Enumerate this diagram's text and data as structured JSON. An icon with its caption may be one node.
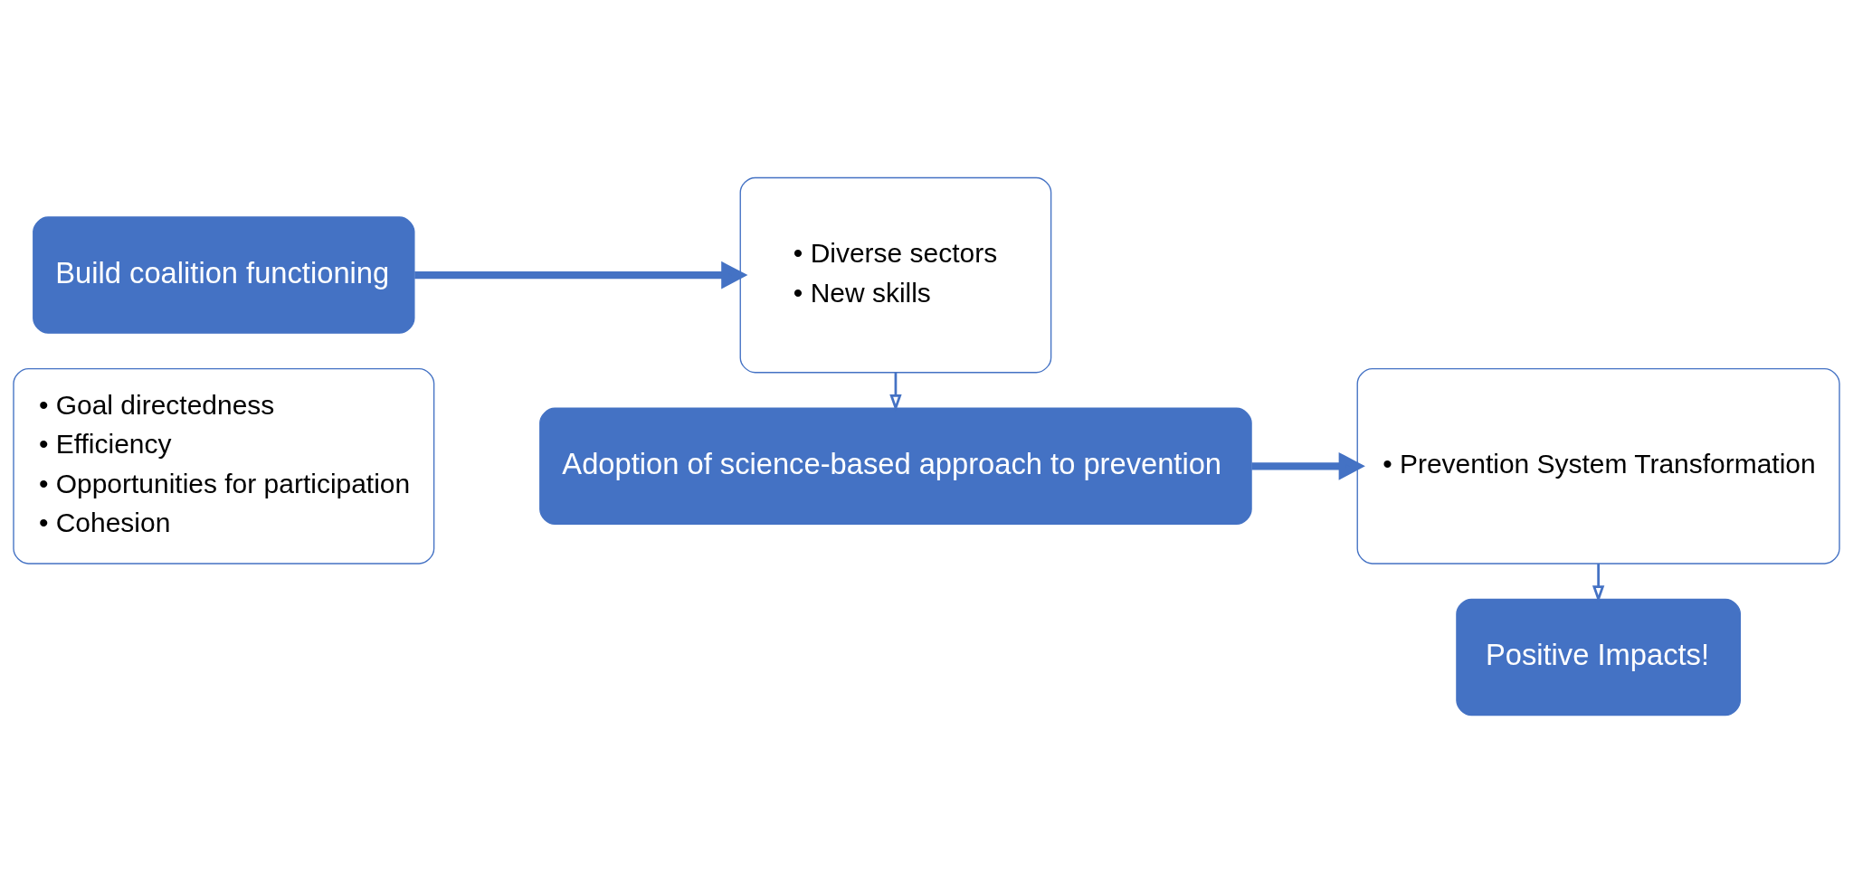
{
  "diagram": {
    "nodes": [
      {
        "text": [
          "• Goal directedness",
          "• Efficiency",
          "• Opportunities for participation",
          "• Cohesion"
        ]
      },
      {
        "text": [
          "Build coalition functioning"
        ]
      },
      {
        "text": [
          "• Diverse sectors",
          "• New skills"
        ]
      },
      {
        "text": [
          "Adoption of science-based approach to prevention"
        ]
      },
      {
        "text": [
          "• Prevention System Transformation"
        ]
      },
      {
        "text": [
          "Positive Impacts!"
        ]
      }
    ],
    "edges": [
      {
        "from": 1,
        "to": 2,
        "arrow": "to",
        "style": "thick"
      },
      {
        "from": 2,
        "to": 3,
        "arrow": "to"
      },
      {
        "from": 3,
        "to": 4,
        "arrow": "to",
        "style": "thick"
      },
      {
        "from": 4,
        "to": 5,
        "arrow": "to"
      }
    ]
  }
}
